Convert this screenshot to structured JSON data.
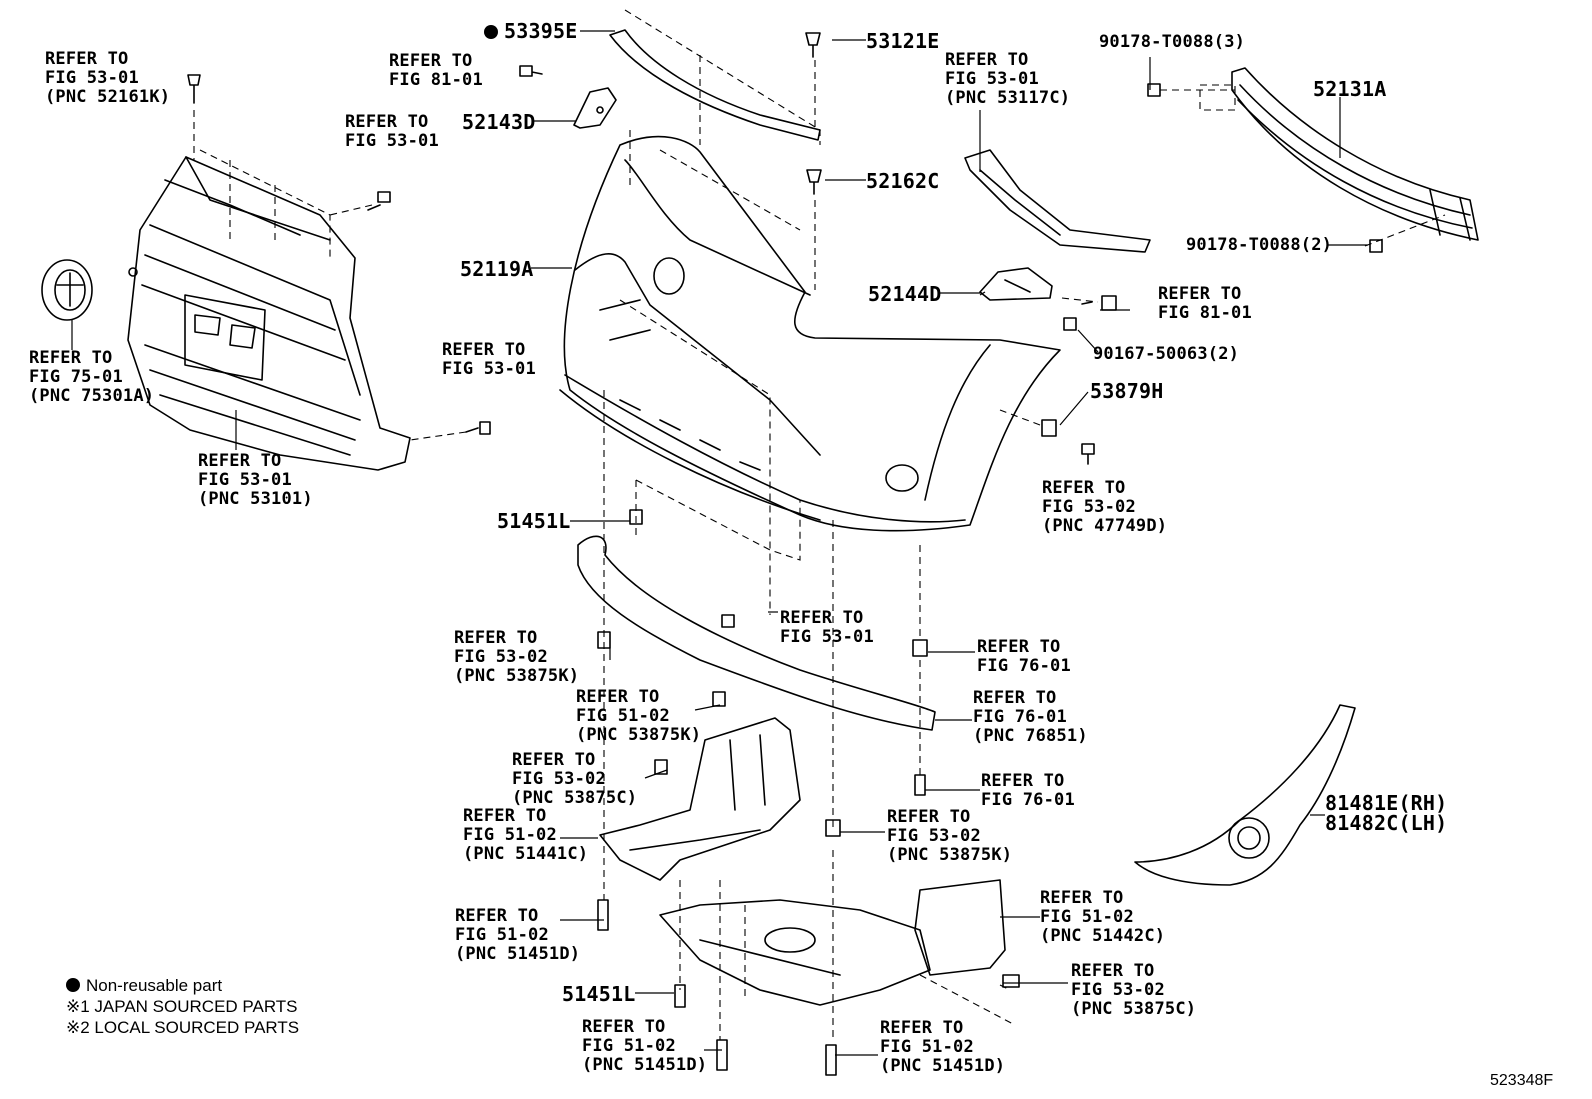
{
  "callouts": {
    "c53395e": "53395E",
    "c53121e": "53121E",
    "c52162c": "52162C",
    "c52143d": "52143D",
    "c52119a": "52119A",
    "c52144d": "52144D",
    "c53879h": "53879H",
    "c52131a": "52131A",
    "c90178_3": "90178-T0088(3)",
    "c90178_2": "90178-T0088(2)",
    "c90167_2": "90167-50063(2)",
    "c51451l_a": "51451L",
    "c51451l_b": "51451L",
    "c81481e": "81481E(RH)",
    "c81482c": "81482C(LH)"
  },
  "refers": {
    "r_52161k": "REFER TO\nFIG 53-01\n(PNC 52161K)",
    "r_53_01_a": "REFER TO\nFIG 53-01",
    "r_75301a": "REFER TO\nFIG 75-01\n(PNC 75301A)",
    "r_53_01_b": "REFER TO\nFIG 53-01",
    "r_53101": "REFER TO\nFIG 53-01\n(PNC 53101)",
    "r_81_01_a": "REFER TO\nFIG 81-01",
    "r_53117c": "REFER TO\nFIG 53-01\n(PNC 53117C)",
    "r_81_01_b": "REFER TO\nFIG 81-01",
    "r_47749d": "REFER TO\nFIG 53-02\n(PNC 47749D)",
    "r_53_01_c": "REFER TO\nFIG 53-01",
    "r_53875k_a": "REFER TO\nFIG 53-02\n(PNC 53875K)",
    "r_76_01_a": "REFER TO\nFIG 76-01",
    "r_53875k_b": "REFER TO\nFIG 51-02\n(PNC 53875K)",
    "r_76851": "REFER TO\nFIG 76-01\n(PNC 76851)",
    "r_53875c_a": "REFER TO\nFIG 53-02\n(PNC 53875C)",
    "r_76_01_b": "REFER TO\nFIG 76-01",
    "r_51441c": "REFER TO\nFIG 51-02\n(PNC 51441C)",
    "r_53875k_c": "REFER TO\nFIG 53-02\n(PNC 53875K)",
    "r_51442c": "REFER TO\nFIG 51-02\n(PNC 51442C)",
    "r_51451d_a": "REFER TO\nFIG 51-02\n(PNC 51451D)",
    "r_53875c_b": "REFER TO\nFIG 53-02\n(PNC 53875C)",
    "r_51451d_b": "REFER TO\nFIG 51-02\n(PNC 51451D)",
    "r_51451d_c": "REFER TO\nFIG 51-02\n(PNC 51451D)"
  },
  "legend": {
    "non_reusable": "Non-reusable part",
    "japan": "※1 JAPAN SOURCED PARTS",
    "local": "※2 LOCAL SOURCED PARTS"
  },
  "figure_number": "523348F"
}
